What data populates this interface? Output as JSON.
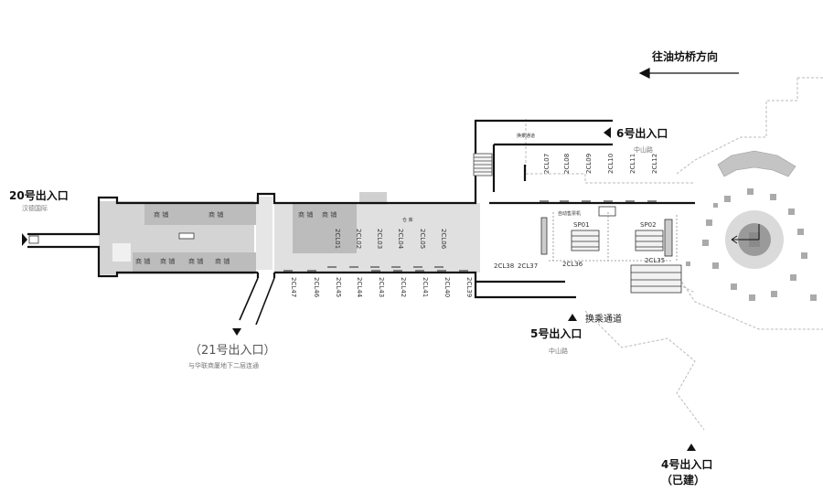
{
  "direction": {
    "label": "往油坊桥方向"
  },
  "exits": {
    "e20": {
      "name": "20号出入口",
      "sub": "汉德国际"
    },
    "e21": {
      "name": "（21号出入口）",
      "sub": "与华联商厦地下二层连通"
    },
    "e6": {
      "name": "6号出入口",
      "sub": "中山路"
    },
    "e5": {
      "name": "5号出入口",
      "sub": "中山路"
    },
    "e4": {
      "name": "4号出入口",
      "sub": "（已建）"
    }
  },
  "transfer_passage": "换乘通道",
  "shops": [
    "商 铺",
    "商 铺",
    "商 铺",
    "商 铺",
    "商 铺",
    "商 铺",
    "商 铺",
    "商 铺"
  ],
  "storage": "仓 库",
  "ticket_machine": "自动售票机",
  "passage_small": "换乘通道",
  "escalators": [
    "SP01",
    "SP02"
  ],
  "top_codes": [
    "2CL07",
    "2CL08",
    "2CL09",
    "2CL10",
    "2CL11",
    "2CL12"
  ],
  "mid_codes": [
    "2CL01",
    "2CL02",
    "2CL03",
    "2CL04",
    "2CL05",
    "2CL06"
  ],
  "bottom_codes": [
    "2CL47",
    "2CL46",
    "2CL45",
    "2CL44",
    "2CL43",
    "2CL42",
    "2CL41",
    "2CL40",
    "2CL39"
  ],
  "hall_codes": [
    "2CL38",
    "2CL37",
    "2CL36",
    "2CL35"
  ],
  "colors": {
    "wall": "#111111",
    "corridor": "#c8c8c8",
    "shop_fill": "#bdbdbd",
    "dashed": "#999999"
  }
}
